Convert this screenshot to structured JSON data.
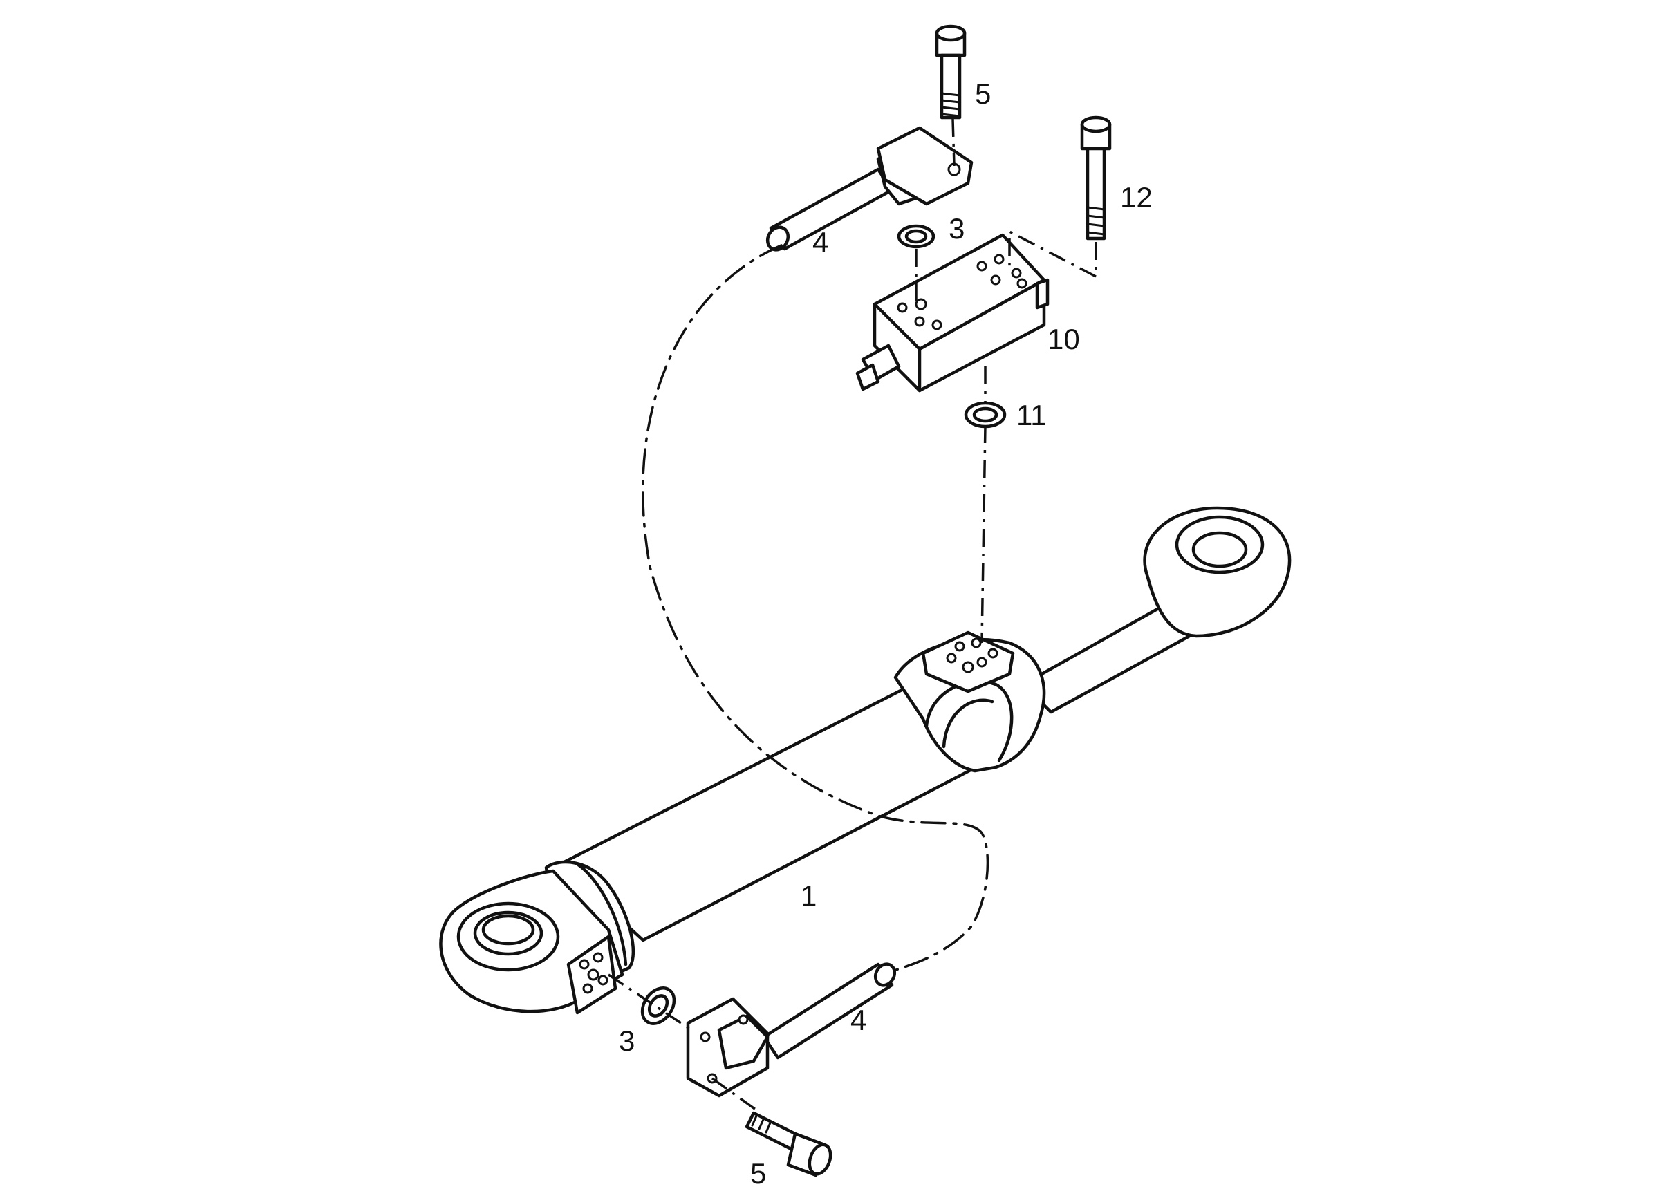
{
  "callouts": {
    "cylinder": "1",
    "seal_top": "3",
    "seal_bottom": "3",
    "pipe_top": "4",
    "pipe_bottom": "4",
    "screw_top": "5",
    "screw_bottom": "5",
    "valve_block": "10",
    "valve_seal": "11",
    "long_screw": "12"
  }
}
